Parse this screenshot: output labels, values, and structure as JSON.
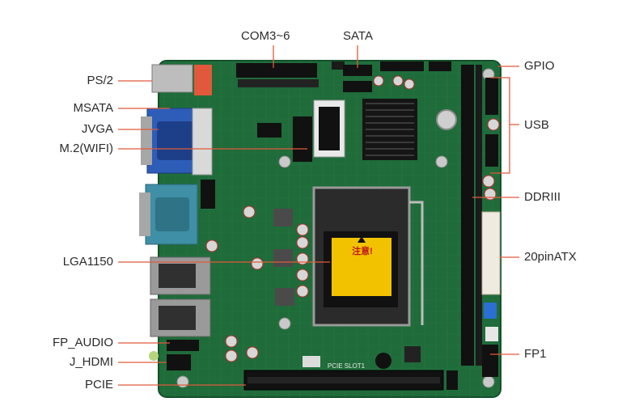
{
  "labels": {
    "com": "COM3~6",
    "sata": "SATA",
    "gpio": "GPIO",
    "ps2": "PS/2",
    "msata": "MSATA",
    "jvga": "JVGA",
    "m2wifi": "M.2(WIFI)",
    "usb": "USB",
    "ddr": "DDRIII",
    "atx": "20pinATX",
    "lga": "LGA1150",
    "fpaudio": "FP_AUDIO",
    "jhdmi": "J_HDMI",
    "pcie": "PCIE",
    "fp1": "FP1"
  },
  "board_text": {
    "warning_title": "注意!",
    "pcie_slot_label": "PCIE SLOT1"
  },
  "colors": {
    "pcb": "#1f6b3a",
    "leader": "#e05a3a",
    "label_text": "#2b2b2b",
    "vga_blue": "#2e5db8",
    "com_teal": "#3f8fa6",
    "warning_yellow": "#f2c200"
  }
}
